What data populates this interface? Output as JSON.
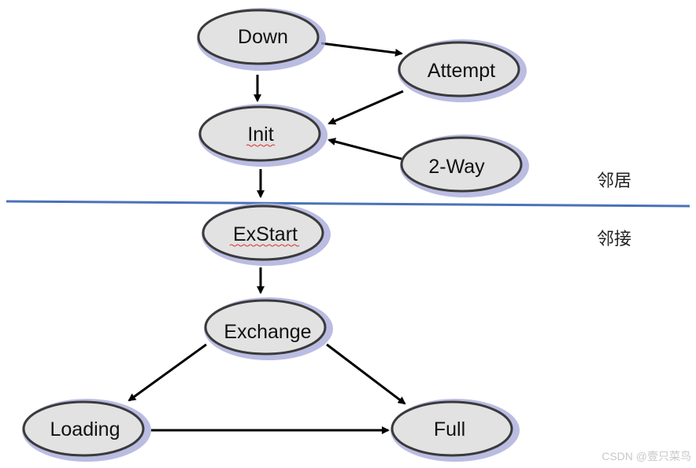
{
  "nodes": {
    "down": "Down",
    "attempt": "Attempt",
    "init": "Init",
    "two_way": "2-Way",
    "exstart": "ExStart",
    "exchange": "Exchange",
    "loading": "Loading",
    "full": "Full"
  },
  "labels": {
    "neighbor": "邻居",
    "adjacency": "邻接"
  },
  "watermark": "CSDN @壹只菜鸟",
  "colors": {
    "node_fill": "#e2e2e2",
    "node_border": "#3a3a3a",
    "node_glow": "#a3a6d8",
    "divider": "#4a72b8",
    "arrow": "#000000"
  }
}
